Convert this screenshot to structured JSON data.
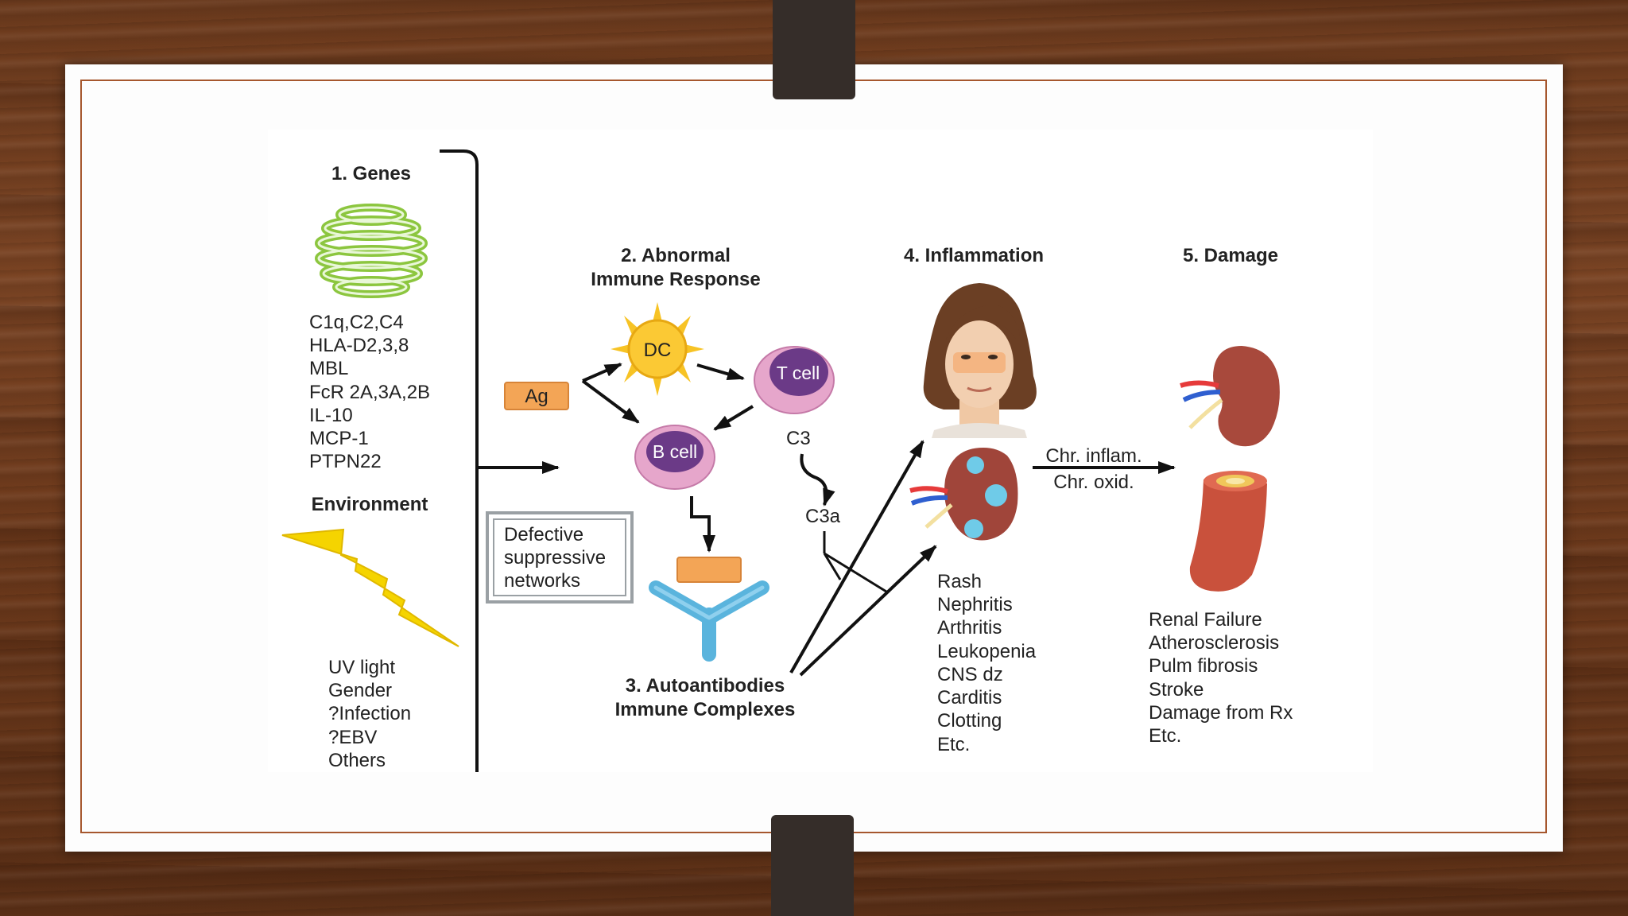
{
  "diagram": {
    "genes": {
      "title": "1. Genes",
      "items": [
        "C1q,C2,C4",
        "HLA-D2,3,8",
        "MBL",
        "FcR 2A,3A,2B",
        "IL-10",
        "MCP-1",
        "PTPN22"
      ]
    },
    "environment": {
      "title": "Environment",
      "items": [
        "UV light",
        "Gender",
        "?Infection",
        "?EBV",
        "Others"
      ]
    },
    "immune": {
      "title_line1": "2. Abnormal",
      "title_line2": "Immune Response",
      "ag": "Ag",
      "dc": "DC",
      "t_cell": "T cell",
      "b_cell": "B cell",
      "c3": "C3",
      "c3a": "C3a",
      "defective": [
        "Defective",
        "suppressive",
        "networks"
      ]
    },
    "autoantibodies": {
      "title_line1": "3. Autoantibodies",
      "title_line2": "Immune Complexes"
    },
    "inflammation": {
      "title": "4. Inflammation",
      "items": [
        "Rash",
        "Nephritis",
        "Arthritis",
        "Leukopenia",
        "CNS dz",
        "Carditis",
        "Clotting",
        "Etc."
      ]
    },
    "transition": {
      "line1": "Chr. inflam.",
      "line2": "Chr. oxid."
    },
    "damage": {
      "title": "5. Damage",
      "items": [
        "Renal Failure",
        "Atherosclerosis",
        "Pulm fibrosis",
        "Stroke",
        "Damage from Rx",
        "Etc."
      ]
    }
  },
  "colors": {
    "frame": "#a6572e",
    "dna": "#8cc63f",
    "sun": "#f7c325",
    "ag_box": "#f3a556",
    "cell_outer": "#e6a6cb",
    "cell_inner": "#6b3a87",
    "antibody": "#5ab4dd",
    "kidney": "#a0453a",
    "artery": "#c9513c",
    "lightning": "#f5d400"
  }
}
